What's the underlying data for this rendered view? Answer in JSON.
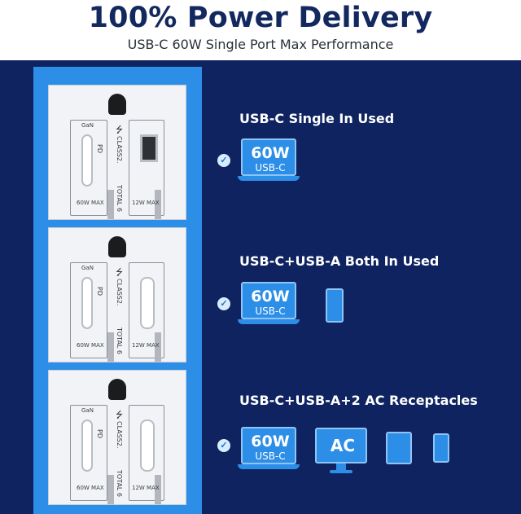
{
  "header": {
    "title": "100% Power Delivery",
    "subtitle": "USB-C 60W Single Port Max Performance"
  },
  "outlet_labels": {
    "gan": "GaN",
    "pd": "PD",
    "max_60w": "60W MAX",
    "class2": "CLASS2.",
    "total": "TOTAL 6",
    "max_12w": "12W MAX",
    "usb_symbol": "⭍"
  },
  "modes": [
    {
      "title": "USB-C Single In Used",
      "watt": "60W",
      "port": "USB-C"
    },
    {
      "title": "USB-C+USB-A Both In Used",
      "watt": "60W",
      "port": "USB-C"
    },
    {
      "title": "USB-C+USB-A+2 AC Receptacles",
      "watt": "60W",
      "port": "USB-C",
      "ac": "AC"
    }
  ],
  "colors": {
    "title": "#12285e",
    "panel": "#0f2360",
    "accent": "#2d8ee8"
  },
  "icons": [
    "check-icon",
    "laptop-icon",
    "phone-icon",
    "monitor-icon",
    "tablet-icon",
    "usb-icon"
  ]
}
